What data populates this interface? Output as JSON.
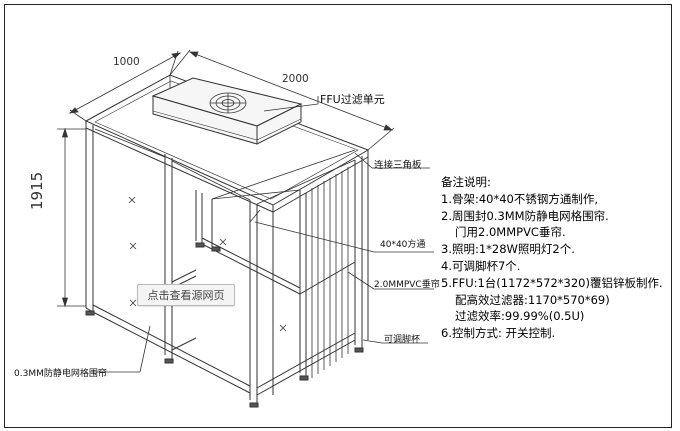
{
  "dimensions": {
    "depth": "1000",
    "width": "2000",
    "height": "1915"
  },
  "callouts": {
    "ffu_unit": "FFU过滤单元",
    "corner_plate": "连接三角板",
    "square_tube": "40*40方通",
    "pvc_curtain": "2.0MMPVC垂帘",
    "adjustable_foot": "可调脚杯",
    "mesh_curtain": "0.3MM防静电网格围帘"
  },
  "notes": {
    "heading": "备注说明:",
    "lines": [
      "1.骨架:40*40不锈钢方通制作,",
      "2.周围封0.3MM防静电网格围帘.",
      "门用2.0MMPVC垂帘.",
      "3.照明:1*28W照明灯2个.",
      "4.可调脚杯7个.",
      "5.FFU:1台(1172*572*320)覆铝锌板制作.",
      "配高效过滤器:1170*570*69)",
      "过滤效率:99.99%(0.5U)",
      "6.控制方式: 开关控制."
    ]
  },
  "overlay_button": "点击查看源网页"
}
